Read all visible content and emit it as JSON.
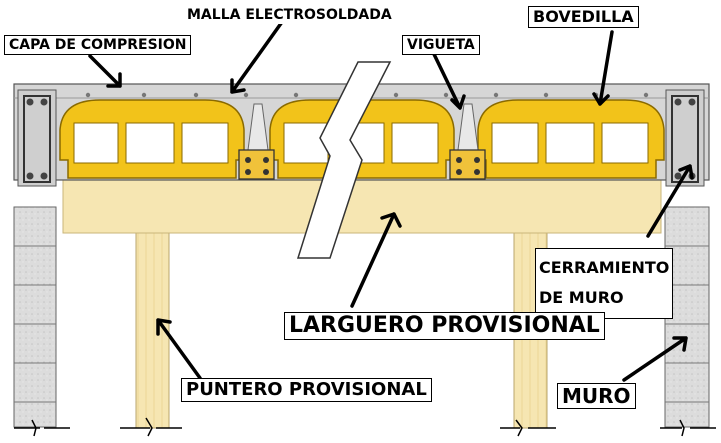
{
  "labels": {
    "malla": "MALLA  ELECTROSOLDADA",
    "capa": "CAPA DE COMPRESION",
    "vigueta": "VIGUETA",
    "bovedilla": "BOVEDILLA",
    "cerramiento_1": "CERRAMIENTO",
    "cerramiento_2": "DE MURO",
    "larguero": "LARGUERO PROVISIONAL",
    "puntero": "PUNTERO PROVISIONAL",
    "muro": "MURO"
  },
  "colors": {
    "concrete": "#d7d7d7",
    "bovedilla": "#f2c31a",
    "bovedilla_outline": "#8a6a00",
    "wood": "#f7e7b5",
    "joist": "#f0c23a",
    "block": "#d9d9d9"
  }
}
